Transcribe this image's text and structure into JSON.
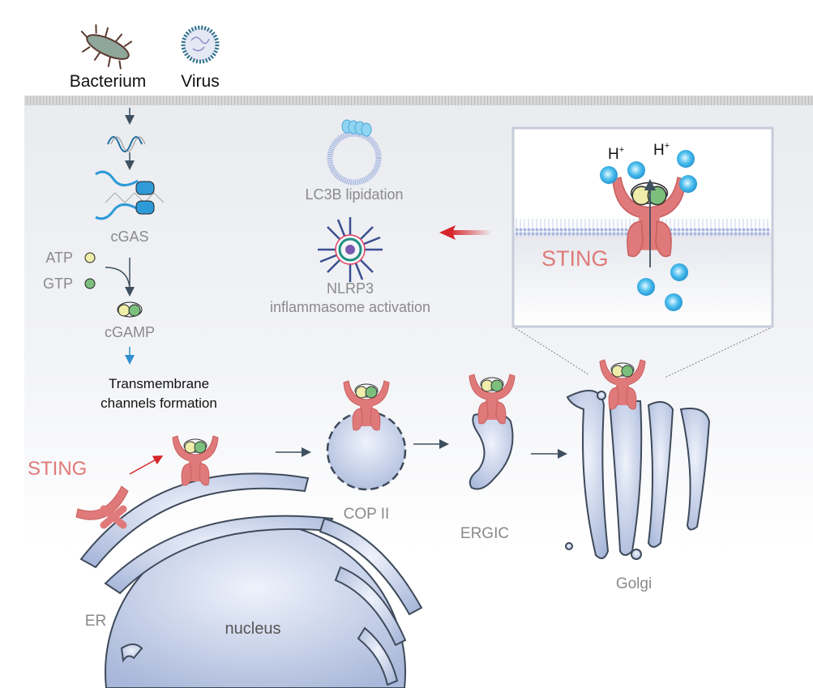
{
  "labels": {
    "bacterium": "Bacterium",
    "virus": "Virus",
    "cgas": "cGAS",
    "atp": "ATP",
    "gtp": "GTP",
    "cgamp": "cGAMP",
    "transmembrane_1": "Transmembrane",
    "transmembrane_2": "channels formation",
    "sting": "STING",
    "sting_inset": "STING",
    "lc3b": "LC3B lipidation",
    "nlrp3_1": "NLRP3",
    "nlrp3_2": "inflammasome activation",
    "h_plus_1": "H",
    "h_plus_2": "H",
    "plus": "+",
    "cop2": "COP II",
    "ergic": "ERGIC",
    "golgi": "Golgi",
    "er": "ER",
    "nucleus": "nucleus"
  },
  "colors": {
    "sting": "#e07a7a",
    "proton": "#3fb6e8",
    "organelle": "#b9c6e2",
    "atp": "#eeeeaa",
    "gtp": "#7cbf7c",
    "arrow_red": "#d6252b",
    "arrow_blue": "#2f8fd0",
    "label_gray": "#8a8a8a"
  },
  "icons": [
    "bacterium-icon",
    "virus-icon",
    "dna-icon",
    "cgas-dna-complex-icon",
    "cgamp-icon",
    "lc3b-vesicle-icon",
    "nlrp3-inflammasome-icon",
    "sting-protein-icon",
    "proton-icon"
  ]
}
